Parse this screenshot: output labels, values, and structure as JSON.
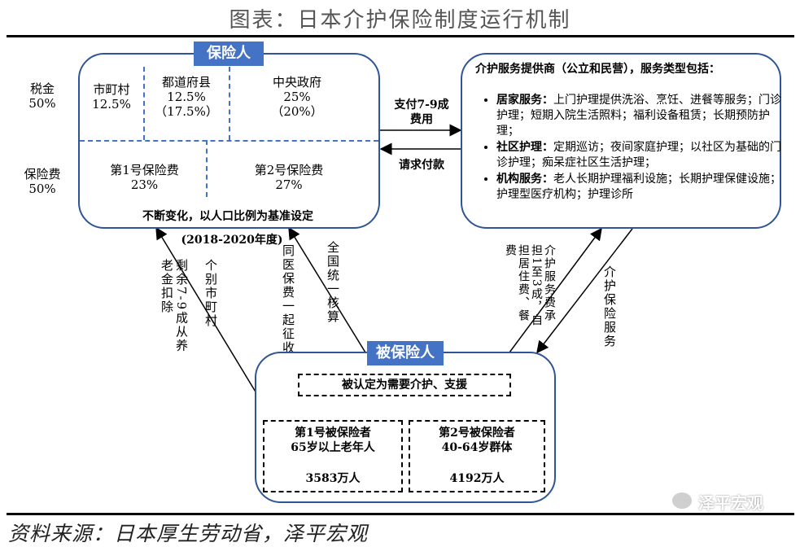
{
  "title": "图表：日本介护保险制度运行机制",
  "source": "资料来源：日本厚生劳动省，泽平宏观",
  "watermark": "泽平宏观",
  "insurer": {
    "tag": "保险人",
    "tax_label": "税金",
    "tax_pct": "50%",
    "premium_label": "保险费",
    "premium_pct": "50%",
    "municipal": {
      "name": "市町村",
      "pct": "12.5%"
    },
    "prefecture": {
      "name": "都道府县",
      "pct": "12.5%",
      "alt": "（17.5%）"
    },
    "central": {
      "name": "中央政府",
      "pct": "25%",
      "alt": "（20%）"
    },
    "premium1": {
      "name": "第1号保险费",
      "pct": "23%"
    },
    "premium2": {
      "name": "第2号保险费",
      "pct": "27%"
    },
    "note": "不断变化，以人口比例为基准设定",
    "period": "(2018-2020年度)"
  },
  "flows": {
    "pay_fee": "支付7-9成费用",
    "request_pay": "请求付款",
    "copay": "介护服务费承担1至3成，自担居住费、餐费",
    "service": "介护保险服务",
    "national": "全国统一核算",
    "with_medical": "同医保费一起征收",
    "municipal_collect": "个别市町村",
    "pension_deduct": "剩余7-9成从养老金扣除"
  },
  "provider": {
    "heading": "介护服务提供商（公立和民营），服务类型包括：",
    "items": [
      {
        "type": "居家服务：",
        "desc": "上门护理提供洗浴、烹饪、进餐等服务；门诊护理；短期入院生活照料；福利设备租赁；长期预防护理；"
      },
      {
        "type": "社区护理：",
        "desc": "定期巡访；夜间家庭护理；以社区为基础的门诊护理；痴呆症社区生活护理；"
      },
      {
        "type": "机构服务：",
        "desc": "老人长期护理福利设施；长期护理保健设施；护理型医疗机构；护理诊所"
      }
    ]
  },
  "insured": {
    "tag": "被保险人",
    "requirement": "被认定为需要介护、支援",
    "group1": {
      "name": "第1号被保险者",
      "desc": "65岁以上老年人",
      "count": "3583万人"
    },
    "group2": {
      "name": "第2号被保险者",
      "desc": "40-64岁群体",
      "count": "4192万人"
    }
  },
  "colors": {
    "accent": "#4472c4",
    "border": "#2f5597"
  }
}
